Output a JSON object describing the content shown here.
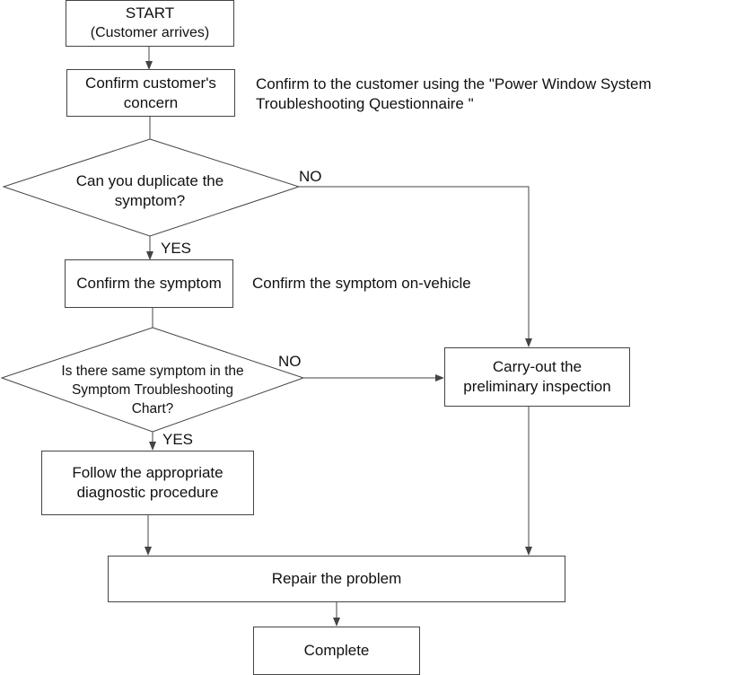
{
  "flowchart": {
    "start": {
      "line1": "START",
      "line2": "(Customer arrives)"
    },
    "confirm_concern": {
      "line1": "Confirm customer's",
      "line2": "concern",
      "note_line1": "Confirm to the customer using the \"Power Window System",
      "note_line2": "Troubleshooting Questionnaire \""
    },
    "duplicate_decision": {
      "line1": "Can you duplicate the",
      "line2": "symptom?",
      "no_label": "NO",
      "yes_label": "YES"
    },
    "confirm_symptom": {
      "label": "Confirm the symptom",
      "note": "Confirm the symptom on-vehicle"
    },
    "chart_decision": {
      "line1": "Is there same symptom in the",
      "line2": "Symptom Troubleshooting",
      "line3": "Chart?",
      "no_label": "NO",
      "yes_label": "YES"
    },
    "preliminary": {
      "line1": "Carry-out the",
      "line2": "preliminary inspection"
    },
    "diagnostic": {
      "line1": "Follow the appropriate",
      "line2": "diagnostic procedure"
    },
    "repair": {
      "label": "Repair the problem"
    },
    "complete": {
      "label": "Complete"
    }
  },
  "colors": {
    "line": "#444444",
    "text": "#111111",
    "background": "#ffffff"
  }
}
